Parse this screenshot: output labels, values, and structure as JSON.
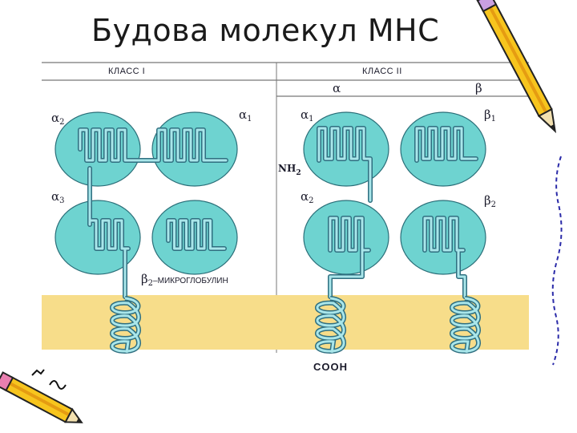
{
  "title": "Будова молекул МНС",
  "diagram": {
    "class1_header": "КЛАСС I",
    "class2_header": "КЛАСС II",
    "class2_alpha_header": "α",
    "class2_beta_header": "β",
    "class1_labels": {
      "a2": "α",
      "a2_sub": "2",
      "a1": "α",
      "a1_sub": "1",
      "a3": "α",
      "a3_sub": "3",
      "b2m": "β",
      "b2m_sub": "2",
      "b2m_text": "–МИКРОГЛОБУЛИН"
    },
    "class2_labels": {
      "a1": "α",
      "a1_sub": "1",
      "b1": "β",
      "b1_sub": "1",
      "a2": "α",
      "a2_sub": "2",
      "b2": "β",
      "b2_sub": "2",
      "nh2": "NH",
      "nh2_sub": "2",
      "cooh": "COOH"
    }
  },
  "colors": {
    "domain": "#6ed3d0",
    "membrane": "#f7dd8a",
    "chain_outline": "#2f6f80",
    "chain_fill": "#a9e6ea"
  },
  "decorations": [
    "pencil-icon",
    "pencil-icon",
    "pencil-border"
  ]
}
